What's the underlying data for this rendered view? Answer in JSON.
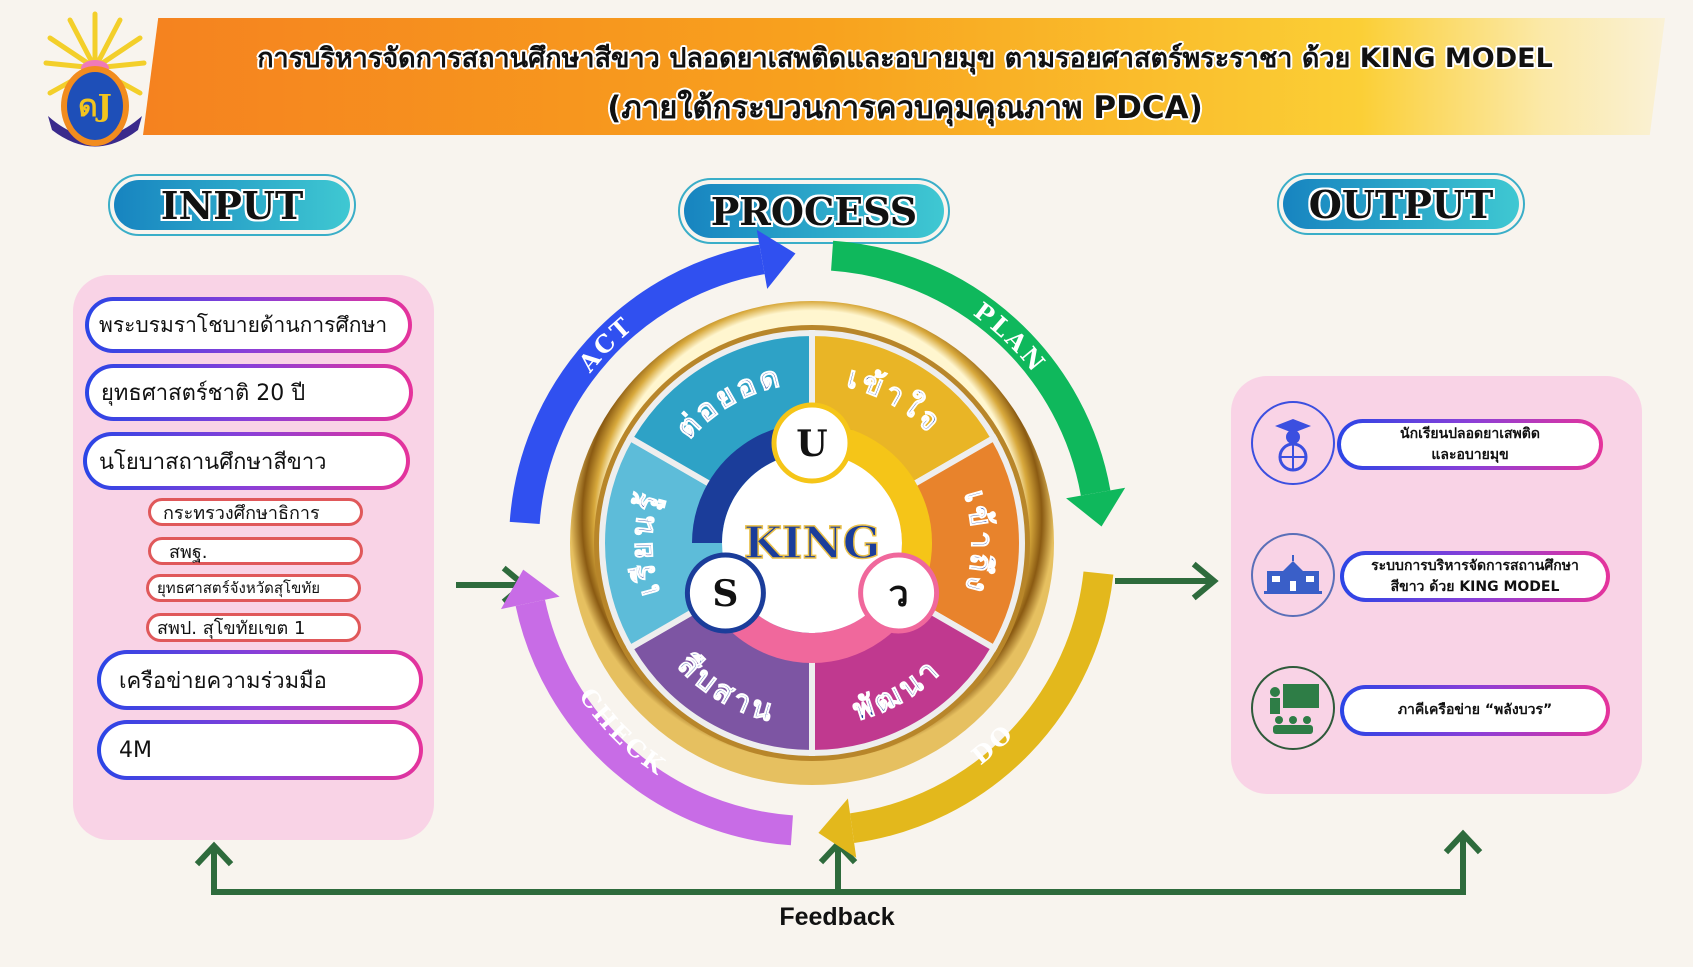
{
  "header": {
    "title_line1": "การบริหารจัดการสถานศึกษาสีขาว ปลอดยาเสพติดและอบายมุข ตามรอยศาสตร์พระราชา ด้วย KING MODEL",
    "title_line2": "(ภายใต้กระบวนการควบคุมคุณภาพ PDCA)"
  },
  "sections": {
    "input": "INPUT",
    "process": "PROCESS",
    "output": "OUTPUT"
  },
  "input": {
    "items": [
      "พระบรมราโชบายด้านการศึกษา",
      "ยุทธศาสตร์ชาติ 20 ปี",
      "นโยบาสถานศึกษาสีขาว"
    ],
    "sub_items": [
      "กระทรวงศึกษาธิการ",
      "สพฐ.",
      "ยุทธศาสตร์จังหวัดสุโขทัย",
      "สพป. สุโขทัยเขต 1"
    ],
    "items_after": [
      "เครือข่ายความร่วมมือ",
      "4M"
    ]
  },
  "process": {
    "center": "KING",
    "nodes": [
      "U",
      "S",
      "ว"
    ],
    "segments": [
      {
        "label": "เข้าใจ",
        "color": "#e9b526"
      },
      {
        "label": "เข้าถึง",
        "color": "#e8832c"
      },
      {
        "label": "พัฒนา",
        "color": "#c0398f"
      },
      {
        "label": "สืบสาน",
        "color": "#7d55a3"
      },
      {
        "label": "เรียนรู้",
        "color": "#5dbcd9"
      },
      {
        "label": "ต่อยอด",
        "color": "#2ea2c6"
      }
    ],
    "cycle": [
      {
        "label": "PLAN",
        "color": "#0fb85c"
      },
      {
        "label": "DO",
        "color": "#e3b81c"
      },
      {
        "label": "CHECK",
        "color": "#c86ce6"
      },
      {
        "label": "ACT",
        "color": "#3050f0"
      }
    ]
  },
  "output": {
    "items": [
      {
        "icon": "graduate-globe-icon",
        "line1": "นักเรียนปลอดยาเสพติด",
        "line2": "และอบายมุข"
      },
      {
        "icon": "school-building-icon",
        "line1": "ระบบการบริหารจัดการสถานศึกษา",
        "line2": "สีขาว ด้วย KING MODEL"
      },
      {
        "icon": "teacher-classroom-icon",
        "line1": "ภาคีเครือข่าย “พลังบวร”",
        "line2": ""
      }
    ]
  },
  "feedback": "Feedback",
  "colors": {
    "arrow_green": "#2e6b3c",
    "panel_pink": "#f9d3e6"
  }
}
